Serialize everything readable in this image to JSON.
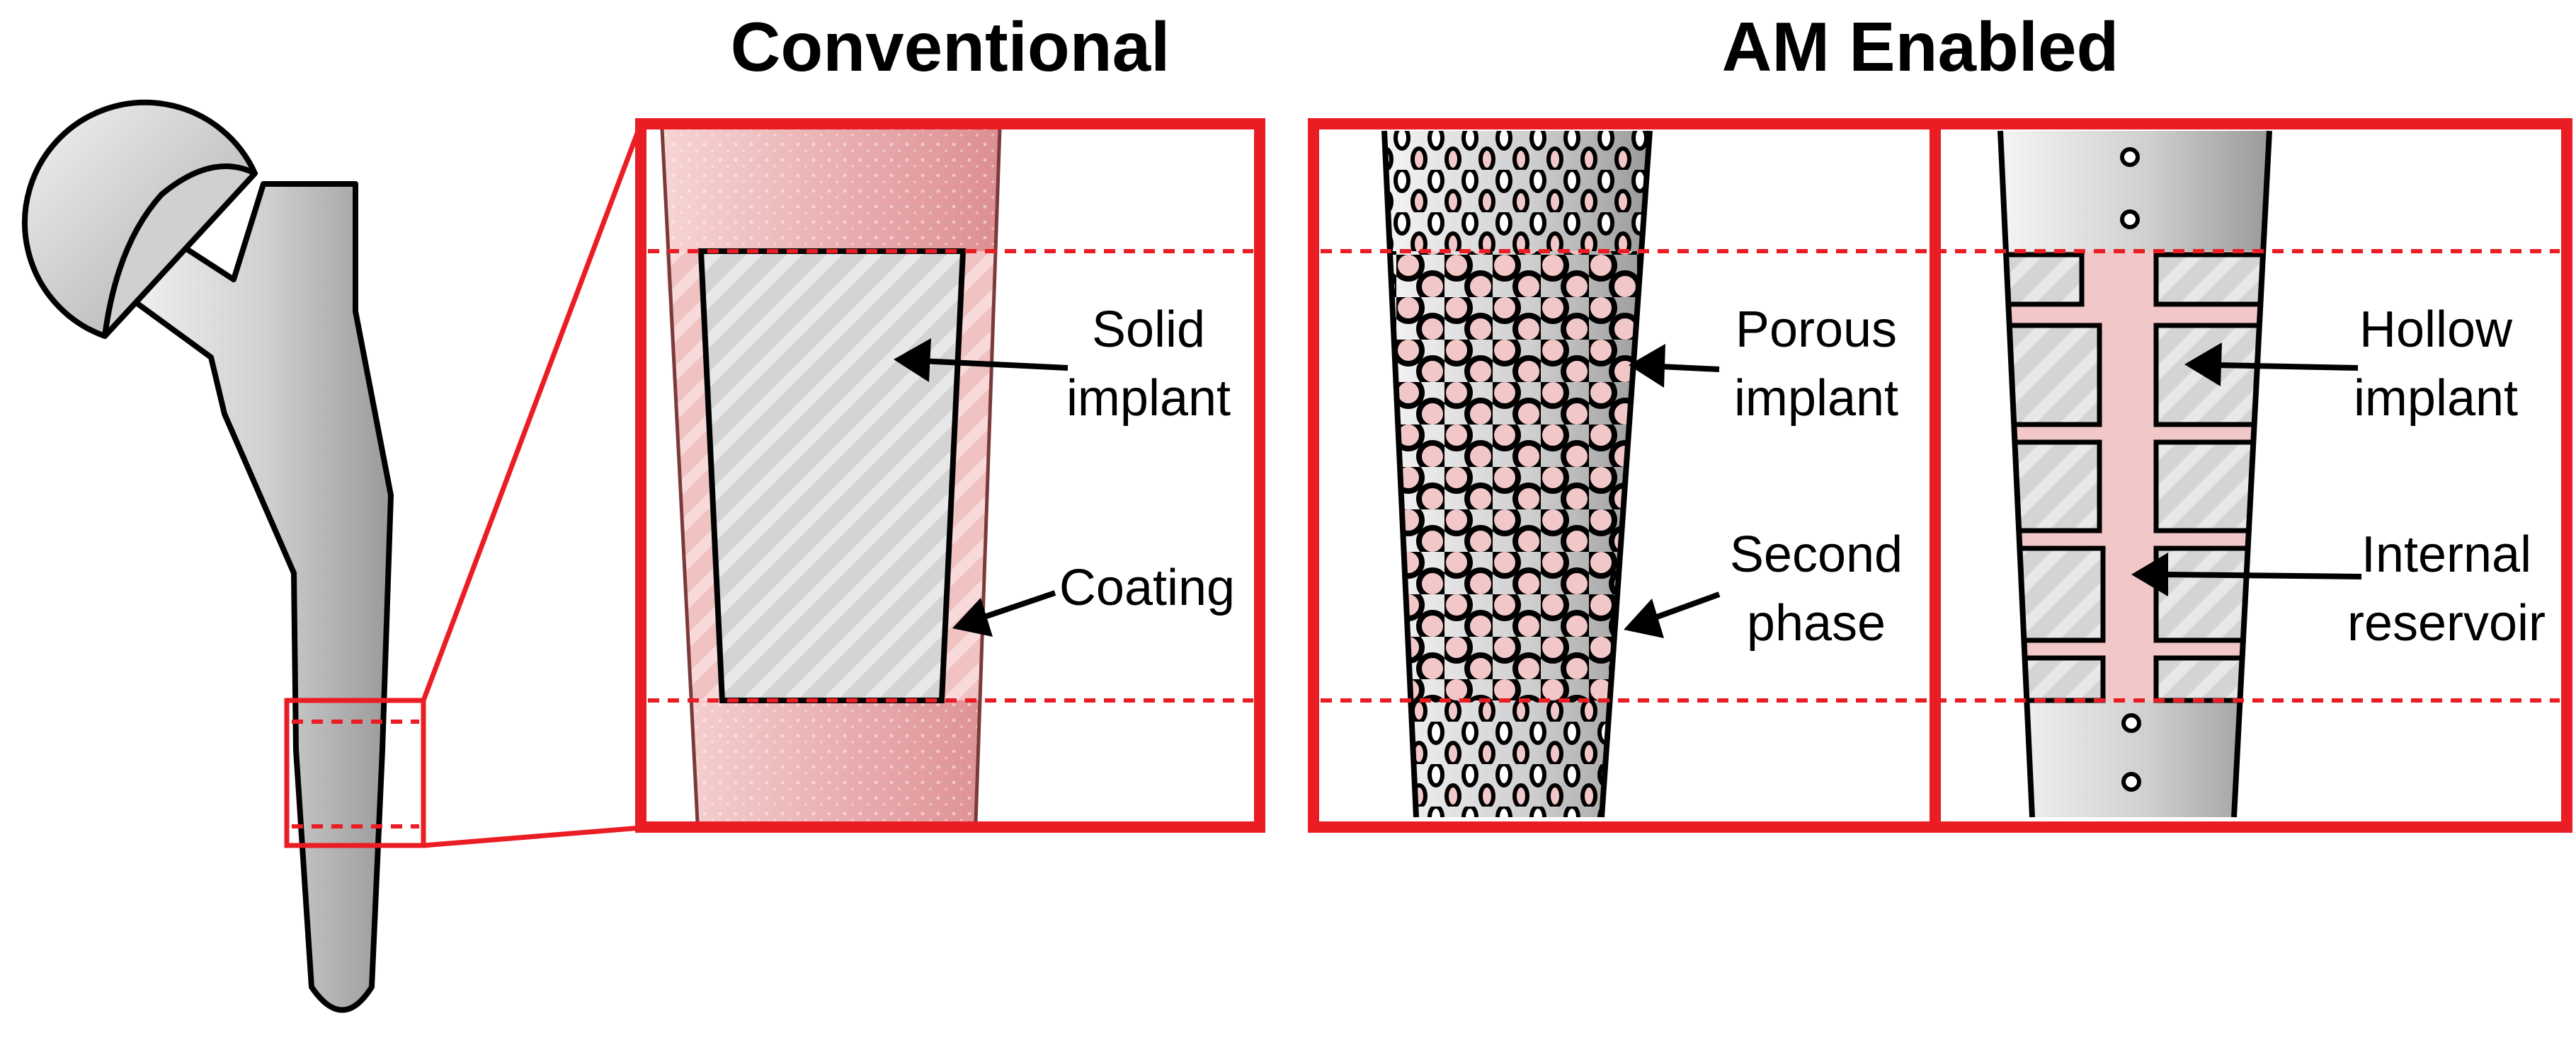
{
  "titles": {
    "conventional": "Conventional",
    "am_enabled": "AM Enabled"
  },
  "labels": {
    "solid_line1": "Solid",
    "solid_line2": "implant",
    "coating": "Coating",
    "porous_line1": "Porous",
    "porous_line2": "implant",
    "second_line1": "Second",
    "second_line2": "phase",
    "hollow_line1": "Hollow",
    "hollow_line2": "implant",
    "reservoir_line1": "Internal",
    "reservoir_line2": "reservoir"
  },
  "colors": {
    "frame": "#ea1c24",
    "coating_pink": "#f2b8b8",
    "second_phase": "#f2c7c7",
    "metal_light": "#e6e6e6",
    "metal_dark": "#9e9e9e",
    "outline": "#000000"
  }
}
